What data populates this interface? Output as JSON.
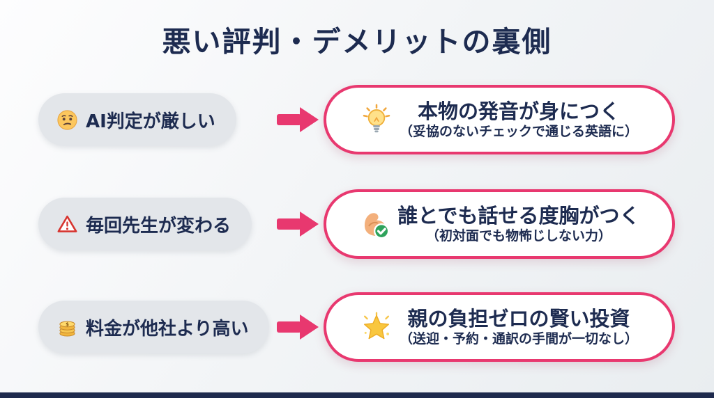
{
  "page": {
    "title": "悪い評判・デメリットの裏側",
    "colors": {
      "accent_pink": "#e8386f",
      "navy": "#1d2b50",
      "negative_pill_gray": "#e3e6ea",
      "positive_pill_white": "#ffffff"
    }
  },
  "rows": [
    {
      "negative": {
        "icon_name": "worried-face-icon",
        "label": "AI判定が厳しい"
      },
      "positive": {
        "icon_name": "lightbulb-icon",
        "title": "本物の発音が身につく",
        "subtitle": "（妥協のないチェックで通じる英語に）"
      }
    },
    {
      "negative": {
        "icon_name": "warning-icon",
        "label": "毎回先生が変わる"
      },
      "positive": {
        "icon_name": "muscle-check-icon",
        "title": "誰とでも話せる度胸がつく",
        "subtitle": "（初対面でも物怖じしない力）"
      }
    },
    {
      "negative": {
        "icon_name": "coins-icon",
        "label": "料金が他社より高い"
      },
      "positive": {
        "icon_name": "star-icon",
        "title": "親の負担ゼロの賢い投資",
        "subtitle": "（送迎・予約・通訳の手間が一切なし）"
      }
    }
  ]
}
